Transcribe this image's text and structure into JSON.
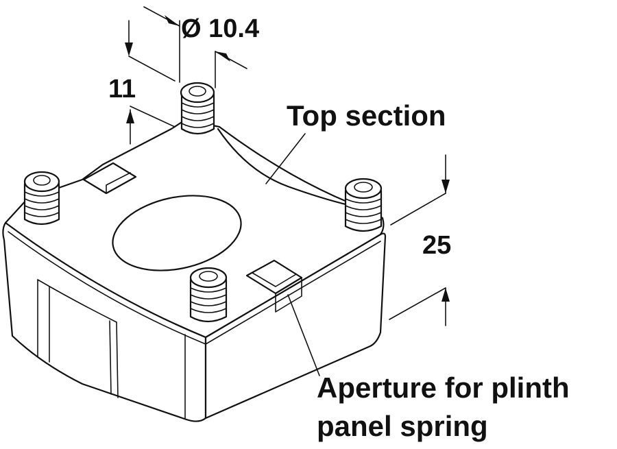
{
  "labels": {
    "diameter": "Ø 10.4",
    "pin_height": "11",
    "top_section": "Top section",
    "height": "25",
    "aperture_line1": "Aperture for plinth",
    "aperture_line2": "panel spring"
  },
  "colors": {
    "line": "#111111",
    "background": "#ffffff"
  }
}
